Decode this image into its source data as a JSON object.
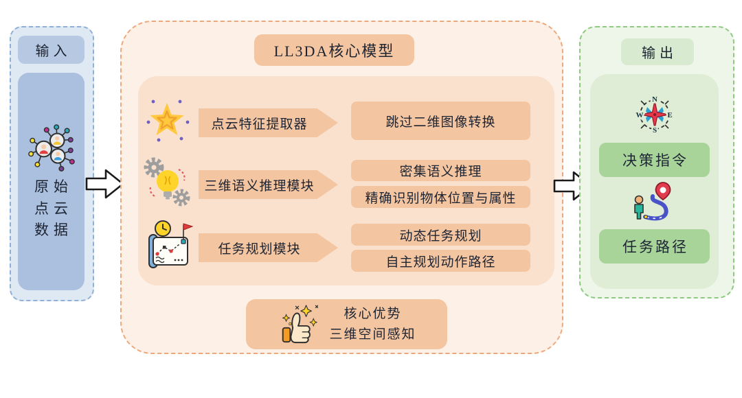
{
  "palette": {
    "input_bg": "#dfe9f4",
    "input_border": "#8fafd8",
    "input_box": "#abc0de",
    "model_bg": "#fdf1e7",
    "model_border": "#eca87a",
    "model_inner": "#f9e1ce",
    "model_box": "#f3c5a1",
    "output_bg": "#eef6ea",
    "output_border": "#8fc981",
    "output_inner": "#dfedd6",
    "output_box": "#a8d49a",
    "text": "#1d2433"
  },
  "input_panel": {
    "header": "输入",
    "icon": "point-cloud-icon",
    "label": "原始\n点云\n数据"
  },
  "arrows": [
    "input-to-model-arrow",
    "model-to-output-arrow"
  ],
  "model_panel": {
    "title": "LL3DA核心模型",
    "rows": [
      {
        "icon": "star-icon",
        "label": "点云特征提取器",
        "outputs": [
          "跳过二维图像转换"
        ]
      },
      {
        "icon": "idea-gears-icon",
        "label": "三维语义推理模块",
        "outputs": [
          "密集语义推理",
          "精确识别物体位置与属性"
        ]
      },
      {
        "icon": "map-plan-icon",
        "label": "任务规划模块",
        "outputs": [
          "动态任务规划",
          "自主规划动作路径"
        ]
      }
    ],
    "advantage": {
      "icon": "thumbs-up-sparkle-icon",
      "text": "核心优势\n三维空间感知"
    }
  },
  "output_panel": {
    "header": "输出",
    "items": [
      {
        "icon": "compass-icon",
        "label": "决策指令"
      },
      {
        "icon": "route-icon",
        "label": "任务路径"
      }
    ],
    "compass_letters": {
      "n": "N",
      "e": "E",
      "s": "S",
      "w": "W"
    }
  }
}
